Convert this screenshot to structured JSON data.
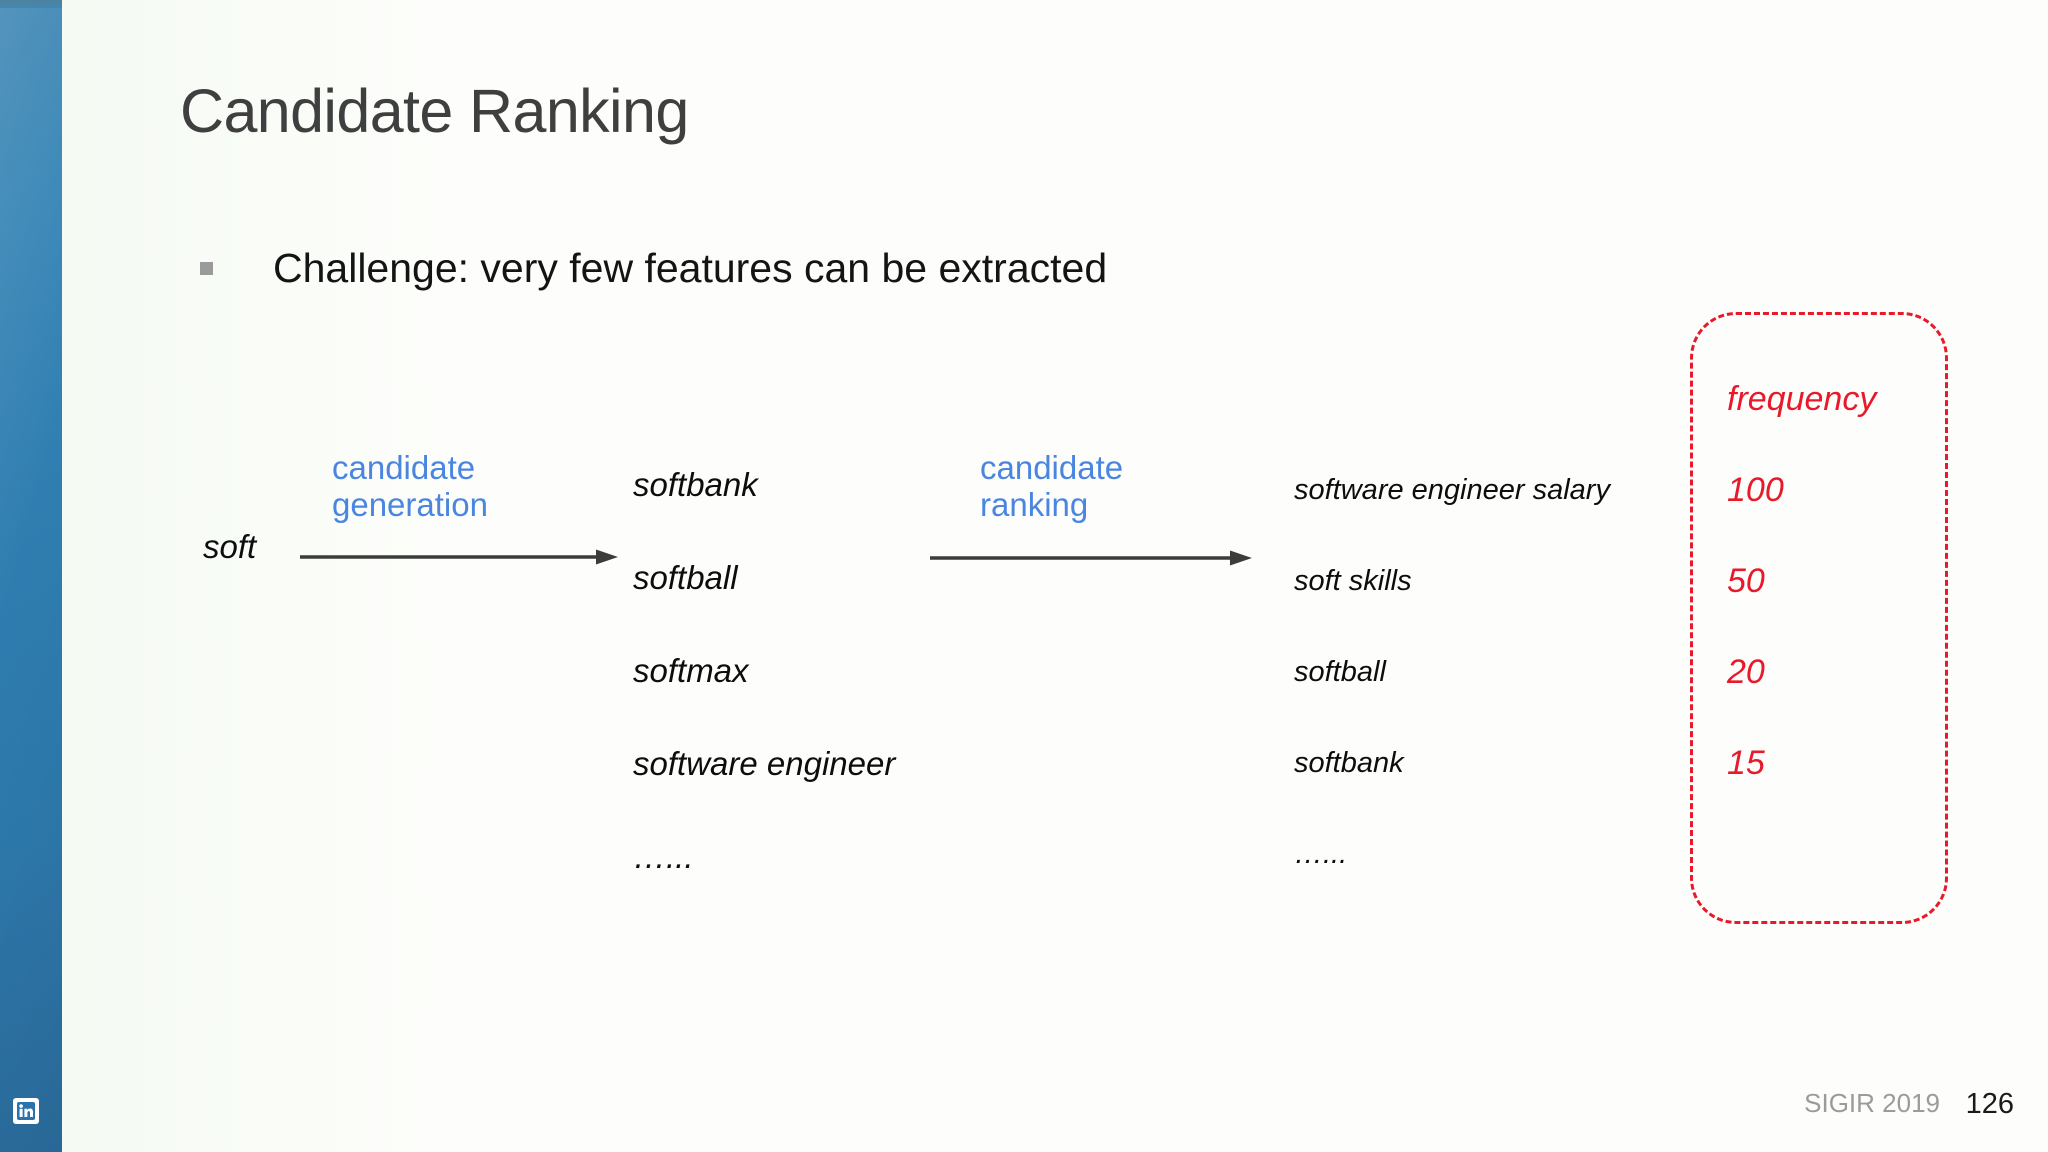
{
  "slide": {
    "title": "Candidate Ranking",
    "bullet": {
      "marker": "square-bullet-icon",
      "text": "Challenge: very few features can be extracted"
    }
  },
  "diagram": {
    "input_token": "soft",
    "edges": [
      {
        "label_line1": "candidate",
        "label_line2": "generation",
        "icon": "arrow-right-icon"
      },
      {
        "label_line1": "candidate",
        "label_line2": "ranking",
        "icon": "arrow-right-icon"
      }
    ],
    "generated_candidates": [
      "softbank",
      "softball",
      "softmax",
      "software engineer",
      "…..."
    ],
    "ranked_candidates": [
      "software engineer salary",
      "soft skills",
      "softball",
      "softbank",
      "…..."
    ],
    "frequency_callout": {
      "header": "frequency",
      "values": [
        "100",
        "50",
        "20",
        "15"
      ]
    }
  },
  "footer": {
    "conference": "SIGIR 2019",
    "page_number": "126"
  },
  "branding": {
    "logo": "linkedin-logo-icon"
  },
  "colors": {
    "sidebar_blue": "#3080b0",
    "edge_label_blue": "#4a86e0",
    "callout_red": "#e8192a",
    "title_gray": "#3f3f3f",
    "footer_gray": "#9b9b9b"
  }
}
